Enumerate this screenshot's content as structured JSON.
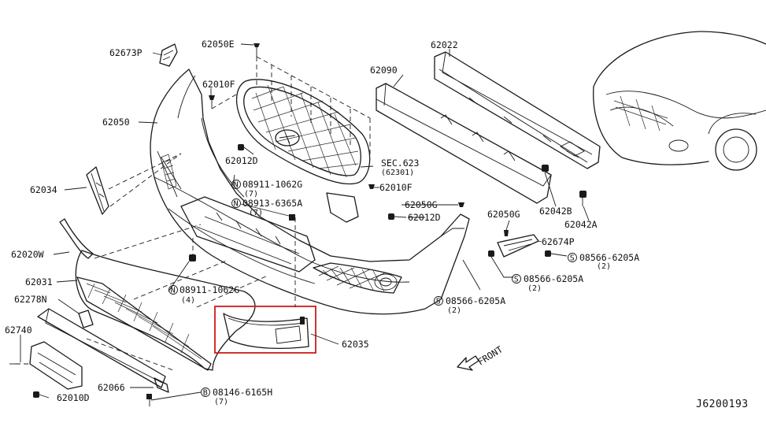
{
  "figure_id": "J6200193",
  "front_label": "FRONT",
  "highlight_color": "#d11a1a",
  "labels": {
    "p62673P": "62673P",
    "p62050E": "62050E",
    "p62010F_a": "62010F",
    "p62050": "62050",
    "p62022": "62022",
    "p62090": "62090",
    "p62012D_a": "62012D",
    "p62034": "62034",
    "p08911_a": "08911-1062G",
    "p08911_a_qty": "(7)",
    "p08913": "08913-6365A",
    "p08913_qty": "(7)",
    "sec623": "SEC.623",
    "sec623_sub": "(62301)",
    "p62010F_b": "62010F",
    "p62050G_a": "62050G",
    "p62012D_b": "62012D",
    "p62050G_b": "62050G",
    "p62042B": "62042B",
    "p62042A": "62042A",
    "p62674P": "62674P",
    "p08566_a": "08566-6205A",
    "p08566_a_qty": "(2)",
    "p08566_b": "08566-6205A",
    "p08566_b_qty": "(2)",
    "p08566_c": "08566-6205A",
    "p08566_c_qty": "(2)",
    "p62020W": "62020W",
    "p62031": "62031",
    "p62278N": "62278N",
    "p08911_b": "08911-1062G",
    "p08911_b_qty": "(4)",
    "p62035": "62035",
    "p62740": "62740",
    "p62066": "62066",
    "p08146": "08146-6165H",
    "p08146_qty": "(7)",
    "p62010D": "62010D"
  },
  "circle_letters": {
    "n": "N",
    "s": "S",
    "b": "B"
  }
}
